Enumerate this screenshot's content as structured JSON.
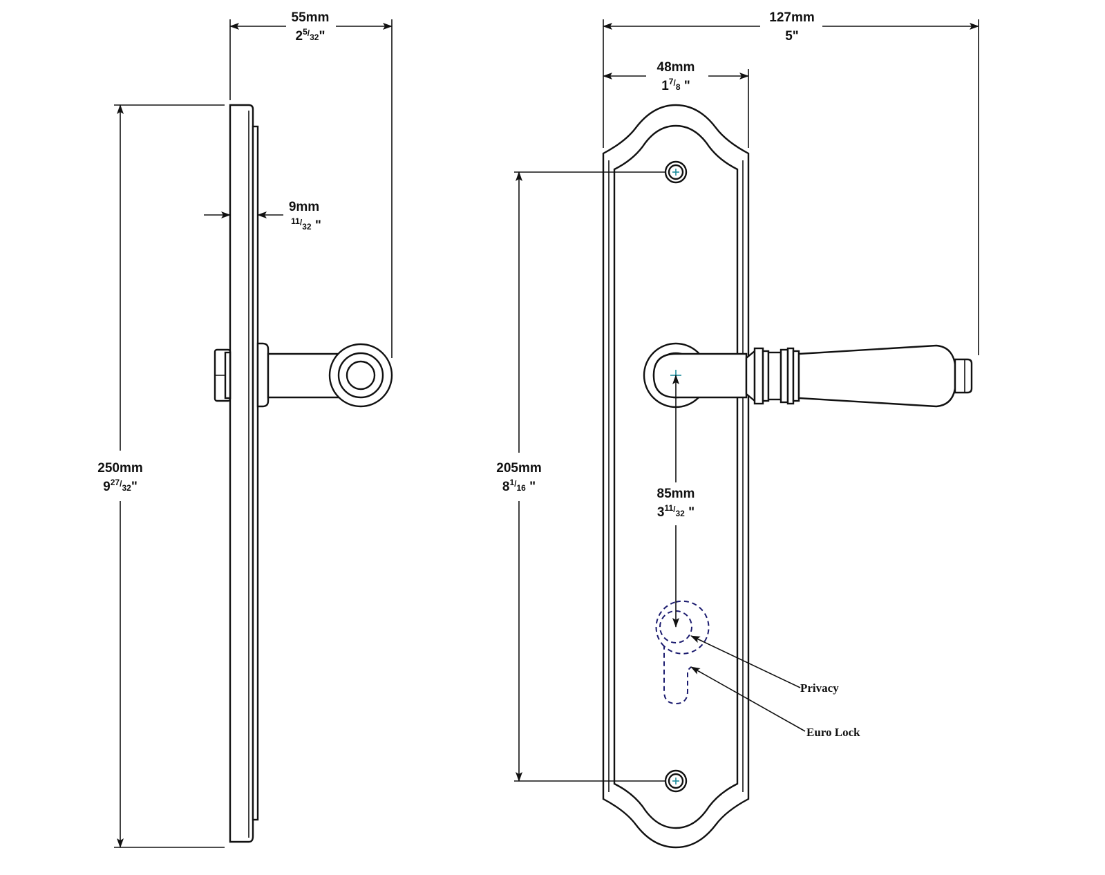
{
  "diagram": {
    "side_view": {
      "width": {
        "metric": "55mm",
        "imperial_whole": "2",
        "imperial_num": "5",
        "imperial_den": "32",
        "imperial_suffix": "\""
      },
      "thickness": {
        "metric": "9mm",
        "imperial_whole": "",
        "imperial_num": "11",
        "imperial_den": "32",
        "imperial_suffix": " \""
      },
      "height": {
        "metric": "250mm",
        "imperial_whole": "9",
        "imperial_num": "27",
        "imperial_den": "32",
        "imperial_suffix": "\""
      }
    },
    "front_view": {
      "overall_width": {
        "metric": "127mm",
        "imperial": "5\""
      },
      "plate_width": {
        "metric": "48mm",
        "imperial_whole": "1",
        "imperial_num": "7",
        "imperial_den": "8",
        "imperial_suffix": " \""
      },
      "screw_spacing": {
        "metric": "205mm",
        "imperial_whole": "8",
        "imperial_num": "1",
        "imperial_den": "16",
        "imperial_suffix": " \""
      },
      "backset": {
        "metric": "85mm",
        "imperial_whole": "3",
        "imperial_num": "11",
        "imperial_den": "32",
        "imperial_suffix": " \""
      }
    },
    "callouts": {
      "privacy": "Privacy",
      "euro_lock": "Euro Lock"
    }
  }
}
